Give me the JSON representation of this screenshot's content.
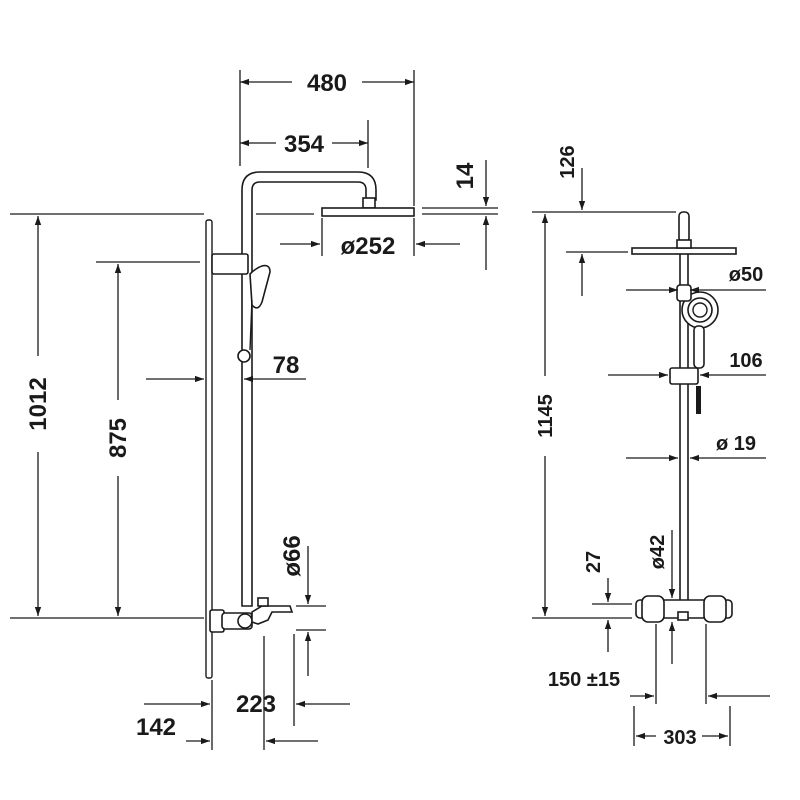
{
  "dimensions": {
    "width_480": "480",
    "arm_354": "354",
    "head_thickness_14": "14",
    "head_diameter_252": "ø252",
    "total_height_1012": "1012",
    "bar_height_875": "875",
    "wall_offset_78": "78",
    "valve_diameter_66": "ø66",
    "spout_223": "223",
    "spout_142": "142",
    "top_126": "126",
    "handshower_50": "ø50",
    "holder_106": "106",
    "rod_19": "ø 19",
    "height_1145": "1145",
    "valve_27": "27",
    "outlet_42": "ø42",
    "centers_150": "150 ±15",
    "valve_width_303": "303"
  }
}
